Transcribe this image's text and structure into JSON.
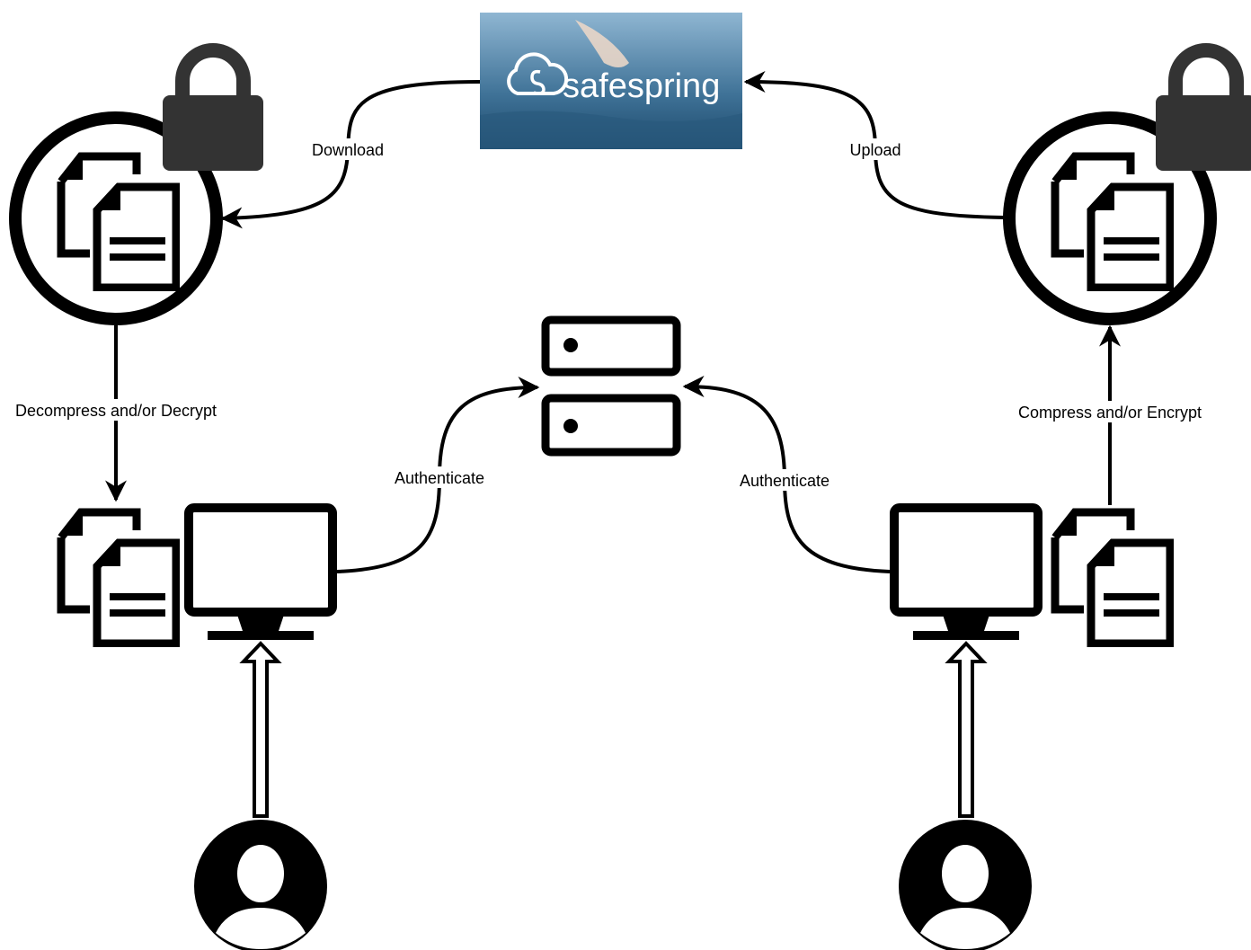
{
  "labels": {
    "download": "Download",
    "upload": "Upload",
    "decompress": "Decompress and/or Decrypt",
    "compress": "Compress and/or Encrypt",
    "auth_left": "Authenticate",
    "auth_right": "Authenticate"
  },
  "logo": {
    "brand": "safespring"
  },
  "colors": {
    "stroke": "#000000",
    "lock": "#333333",
    "logo_bg_top": "#7fa9c7",
    "logo_bg_bottom": "#1f4f73",
    "label_bg": "#ffffff"
  },
  "icons": [
    "lock-icon",
    "documents-icon",
    "server-icon",
    "monitor-icon",
    "user-icon",
    "cloud-logo-icon"
  ]
}
